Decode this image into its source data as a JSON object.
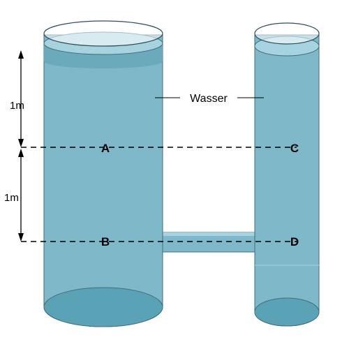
{
  "diagram": {
    "fluid_label": "Wasser",
    "dimension_top": "1m",
    "dimension_bottom": "1m",
    "points": {
      "a": "A",
      "b": "B",
      "c": "C",
      "d": "D"
    },
    "colors": {
      "water_body": "#7fb9c9",
      "water_shade": "#6aaabb",
      "water_top": "#a6d3df",
      "water_bottom": "#5aa3b7",
      "outline": "#3e6f7c",
      "line": "#000000"
    }
  }
}
